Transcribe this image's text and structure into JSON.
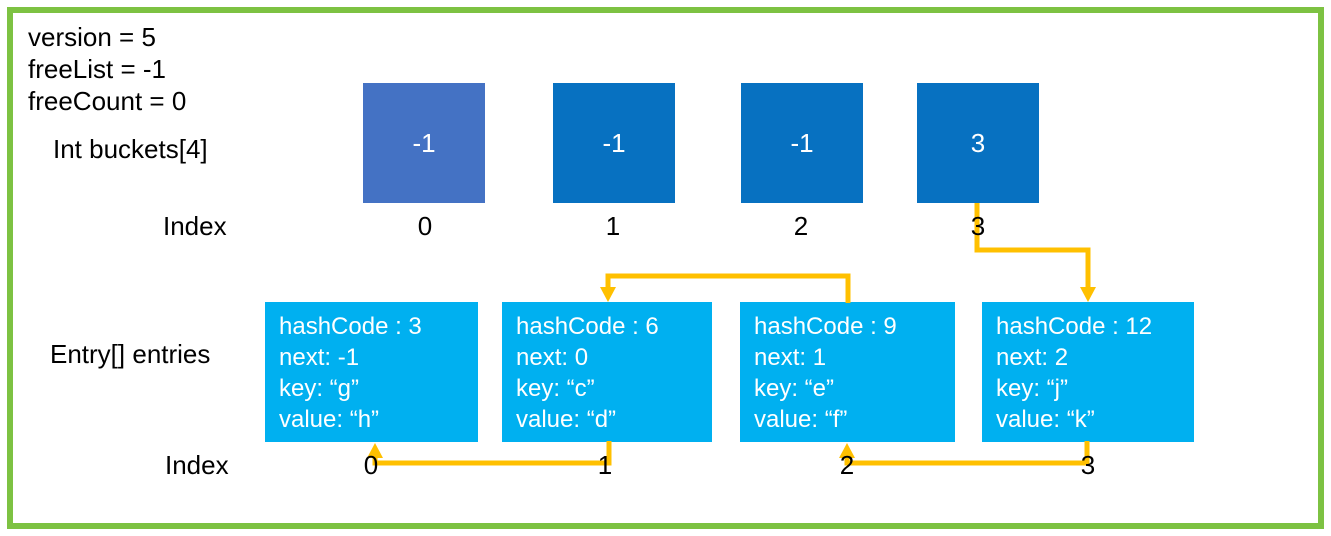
{
  "state": {
    "lines": [
      "version = 5",
      "freeList = -1",
      "freeCount = 0"
    ]
  },
  "buckets": {
    "label": "Int buckets[4]",
    "index_label": "Index",
    "cells": [
      {
        "value": "-1",
        "index": "0"
      },
      {
        "value": "-1",
        "index": "1"
      },
      {
        "value": "-1",
        "index": "2"
      },
      {
        "value": "3",
        "index": "3"
      }
    ]
  },
  "entries": {
    "label": "Entry[] entries",
    "index_label": "Index",
    "cells": [
      {
        "index": "0",
        "lines": [
          "hashCode : 3",
          "next: -1",
          "key: “g”",
          "value: “h”"
        ]
      },
      {
        "index": "1",
        "lines": [
          "hashCode : 6",
          "next: 0",
          "key: “c”",
          "value: “d”"
        ]
      },
      {
        "index": "2",
        "lines": [
          "hashCode : 9",
          "next: 1",
          "key: “e”",
          "value: “f”"
        ]
      },
      {
        "index": "3",
        "lines": [
          "hashCode : 12",
          "next: 2",
          "key: “j”",
          "value: “k”"
        ]
      }
    ]
  },
  "colors": {
    "border_green": "#7DC242",
    "bucket_first_blue": "#4472C4",
    "bucket_blue": "#0771C1",
    "entry_cyan": "#00B0F0",
    "arrow_orange": "#FFC000",
    "text_black": "#000000",
    "text_white": "#FFFFFF"
  }
}
